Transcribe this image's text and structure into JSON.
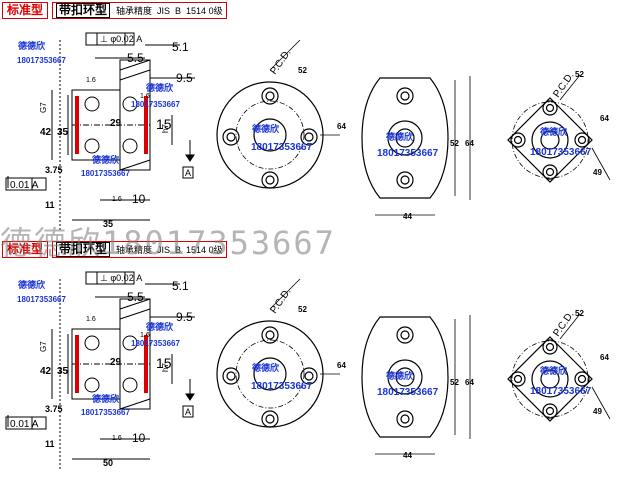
{
  "panels": [
    {
      "tag": "标准型",
      "title": "带扣环型",
      "spec": "轴承精度  JIS  B  1514 0级",
      "flatness": "⊥ φ0.02 A",
      "datum": "A",
      "runout": "0.01 A",
      "dims": {
        "d55": "5.5",
        "d51": "5.1",
        "d95": "9.5",
        "d16a": "1.6",
        "d16b": "1.6",
        "d16c": "1.6",
        "g7": "G7",
        "h7": "h7",
        "d42": "42",
        "d35": "35",
        "d29": "29",
        "d15": "15",
        "d375": "3.75",
        "d11": "11",
        "d10": "10",
        "width": "35",
        "pcd": "P.C.D.",
        "pcd1": "52",
        "od": "64",
        "flat52": "52",
        "flat64": "64",
        "w44": "44",
        "pcd3": "52",
        "sq64": "64",
        "sq49": "49"
      },
      "wm": {
        "name": "德德欣",
        "phone": "18017353667"
      }
    },
    {
      "tag": "标准型",
      "title": "带扣环型",
      "spec": "轴承精度  JIS  B  1514 0级",
      "flatness": "⊥ φ0.02 A",
      "datum": "A",
      "runout": "0.01 A",
      "dims": {
        "d55": "5.5",
        "d51": "5.1",
        "d95": "9.5",
        "d16a": "1.6",
        "d16b": "1.6",
        "d16c": "1.6",
        "g7": "G7",
        "h7": "h7",
        "d42": "42",
        "d35": "35",
        "d29": "29",
        "d15": "15",
        "d375": "3.75",
        "d11": "11",
        "d10": "10",
        "width": "50",
        "pcd": "P.C.D.",
        "pcd1": "52",
        "od": "64",
        "flat52": "52",
        "flat64": "64",
        "w44": "44",
        "pcd3": "52",
        "sq64": "64",
        "sq49": "49"
      },
      "wm": {
        "name": "德德欣",
        "phone": "18017353667"
      }
    }
  ],
  "overlay_watermark": "德德欣18017353667"
}
